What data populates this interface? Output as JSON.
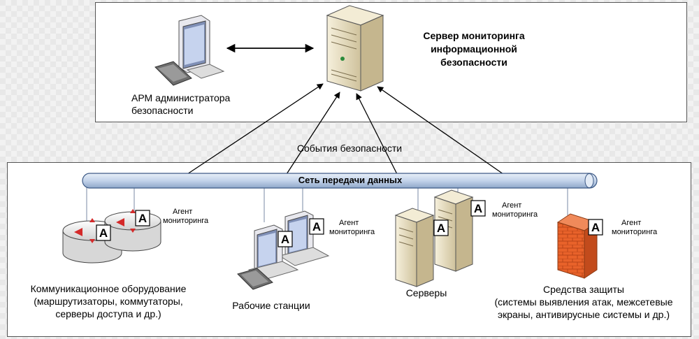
{
  "monitoring_server": {
    "title_lines": [
      "Сервер мониторинга",
      "информационной",
      "безопасности"
    ]
  },
  "admin_workstation": {
    "label_lines": [
      "АРМ администратора",
      "безопасности"
    ]
  },
  "security_events_label": "События безопасности",
  "network_label": "Сеть передачи данных",
  "agent": {
    "badge": "A",
    "label_lines": [
      "Агент",
      "мониторинга"
    ]
  },
  "groups": {
    "communication": {
      "label_lines": [
        "Коммуникационное оборудование",
        "(маршрутизаторы, коммутаторы,",
        "серверы доступа и др.)"
      ]
    },
    "workstations": {
      "label": "Рабочие станции"
    },
    "servers": {
      "label": "Серверы"
    },
    "protection": {
      "label_lines": [
        "Средства защиты",
        "(системы выявления атак, межсетевые",
        "экраны, антивирусные системы и др.)"
      ]
    }
  },
  "colors": {
    "network_pipe": "#c9d7ea",
    "firewall": "#e8622a",
    "server_beige": "#ece3c8",
    "router_arrows": "#d42a2a"
  }
}
